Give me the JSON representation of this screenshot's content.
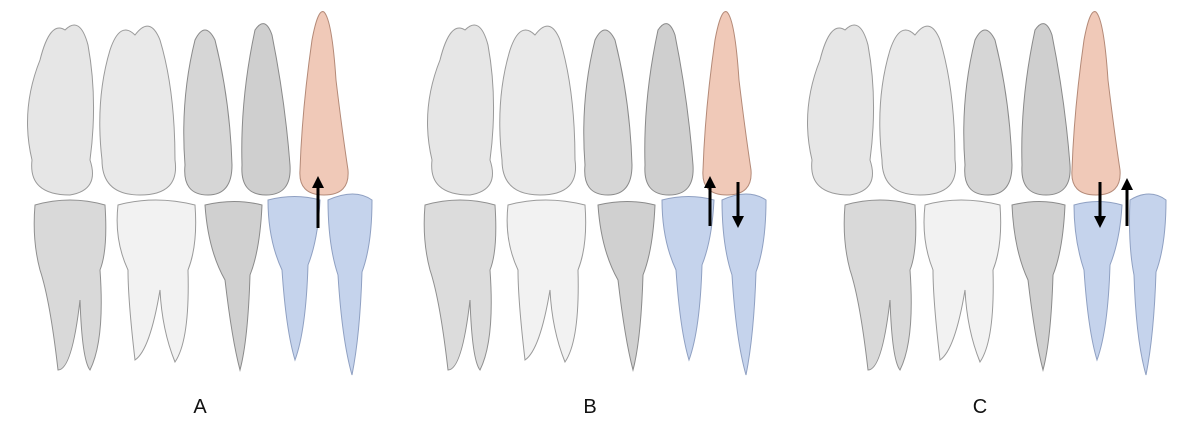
{
  "panels": [
    {
      "label": "A",
      "highlight": {
        "upper": "canine",
        "lower": [
          "first-premolar",
          "canine"
        ]
      },
      "arrows": [
        "up"
      ]
    },
    {
      "label": "B",
      "highlight": {
        "upper": "canine",
        "lower": [
          "first-premolar",
          "canine"
        ]
      },
      "arrows": [
        "up",
        "down"
      ]
    },
    {
      "label": "C",
      "highlight": {
        "upper": "canine",
        "lower": [
          "first-premolar",
          "canine"
        ]
      },
      "arrows": [
        "down",
        "up"
      ]
    }
  ],
  "colors": {
    "upper_canine": "#f0c9b8",
    "lower_highlight": "#c5d3ec",
    "tooth_gray": "#d9d9d9",
    "tooth_light": "#f1f1f1",
    "arrow": "#000000"
  }
}
